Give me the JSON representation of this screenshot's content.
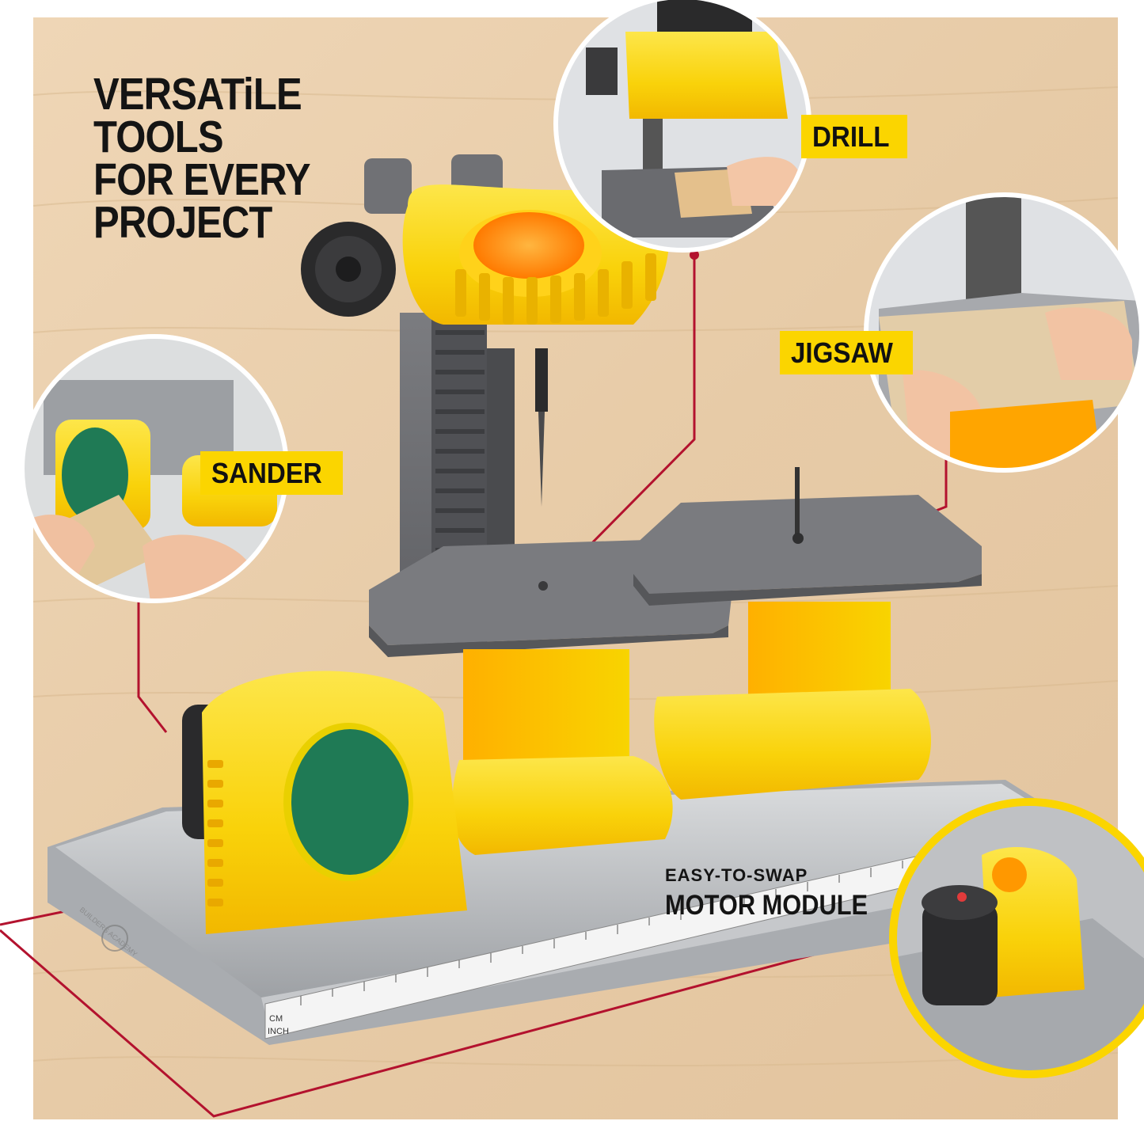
{
  "headline": {
    "line1": "VERSATiLE",
    "line2": "TOOLS",
    "line3": "FOR EVERY",
    "line4": "PROJECT"
  },
  "callouts": {
    "drill": "DRILL",
    "jigsaw": "JIGSAW",
    "sander": "SANDER"
  },
  "motor": {
    "subtitle": "EASY-TO-SWAP",
    "title": "MOTOR MODULE"
  },
  "ruler": {
    "unit_cm": "CM",
    "unit_inch": "INCH"
  },
  "brand": {
    "logo_text": "BUILDERS ACADEMY"
  },
  "colors": {
    "wood_background": "#e9cfae",
    "plastic_yellow": "#fbd500",
    "plastic_orange": "#ff8a00",
    "table_gray": "#6d6d70",
    "base_silver": "#b9bcc0",
    "sanding_disc_green": "#1f7a55",
    "leader_line_red": "#b3122e"
  }
}
